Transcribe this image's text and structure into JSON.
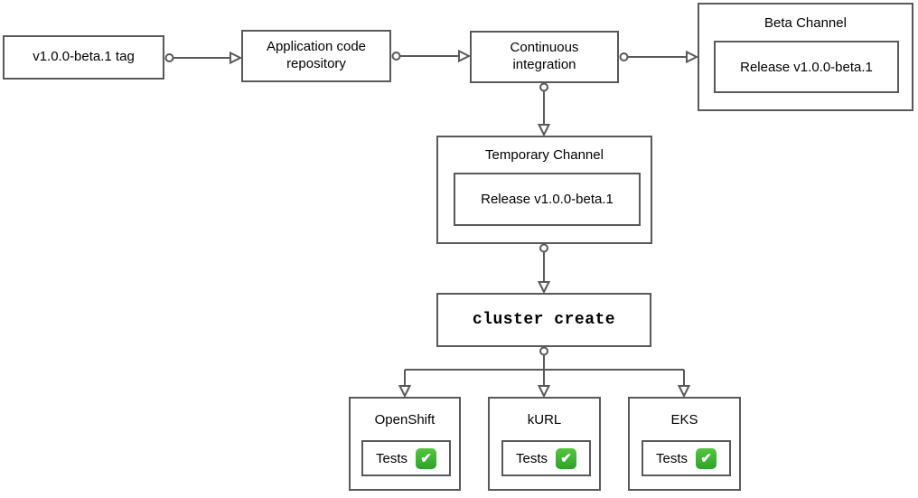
{
  "colors": {
    "stroke": "#595959",
    "text": "#000000",
    "background": "#ffffff",
    "check_green_top": "#55c53e",
    "check_green_bottom": "#2fa22e",
    "check_mark_white": "#ffffff"
  },
  "icons": {
    "check_mark": "✔"
  },
  "nodes": {
    "tag": {
      "label": "v1.0.0-beta.1 tag"
    },
    "repository": {
      "label": "Application code repository"
    },
    "continuous_integration": {
      "label": "Continuous integration"
    },
    "beta_channel": {
      "title": "Beta Channel",
      "release": {
        "label": "Release v1.0.0-beta.1"
      }
    },
    "temporary_channel": {
      "title": "Temporary Channel",
      "release": {
        "label": "Release v1.0.0-beta.1"
      }
    },
    "cluster_create": {
      "label": "cluster create"
    },
    "platforms": [
      {
        "name": "OpenShift",
        "tests": {
          "label": "Tests",
          "status_icon": "check-mark-icon"
        }
      },
      {
        "name": "kURL",
        "tests": {
          "label": "Tests",
          "status_icon": "check-mark-icon"
        }
      },
      {
        "name": "EKS",
        "tests": {
          "label": "Tests",
          "status_icon": "check-mark-icon"
        }
      }
    ]
  }
}
